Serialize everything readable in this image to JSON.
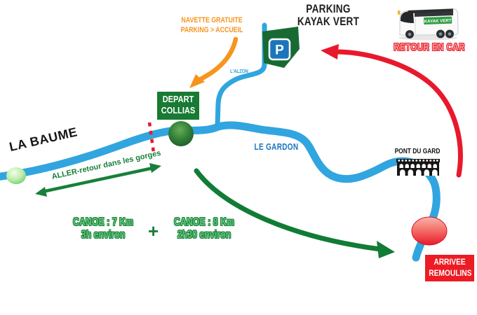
{
  "colors": {
    "river_blue": "#31a5df",
    "river_label_blue": "#1b74c0",
    "alzon_label_blue": "#2a9fd8",
    "green_dark": "#187a33",
    "green_arrow": "#107c35",
    "green_text": "#15803a",
    "orange": "#f7941e",
    "red": "#e8192c",
    "red_box": "#ed1c24",
    "parking_sign_blue": "#1b75bb"
  },
  "labels": {
    "parking_title_line1": "PARKING",
    "parking_title_line2": "KAYAK VERT",
    "navette_line1": "NAVETTE GRATUITE",
    "navette_line2": "PARKING > ACCUEIL",
    "alzon": "L'ALZON",
    "depart_line1": "DEPART",
    "depart_line2": "COLLIAS",
    "la_baume": "LA BAUME",
    "gardon": "LE GARDON",
    "aller_retour": "ALLER-retour dans les gorges",
    "canoe1_line1": "CANOE : 7 Km",
    "canoe1_line2": "3h environ",
    "plus": "+",
    "canoe2_line1": "CANOE : 8 Km",
    "canoe2_line2": "2h30 environ",
    "pont_du_gard": "PONT DU GARD",
    "retour_en_car": "RETOUR EN CAR",
    "arrivee_line1": "ARRIVEE",
    "arrivee_line2": "REMOULINS",
    "bus_banner": "KAYAK VERT",
    "parking_sign": "P"
  }
}
